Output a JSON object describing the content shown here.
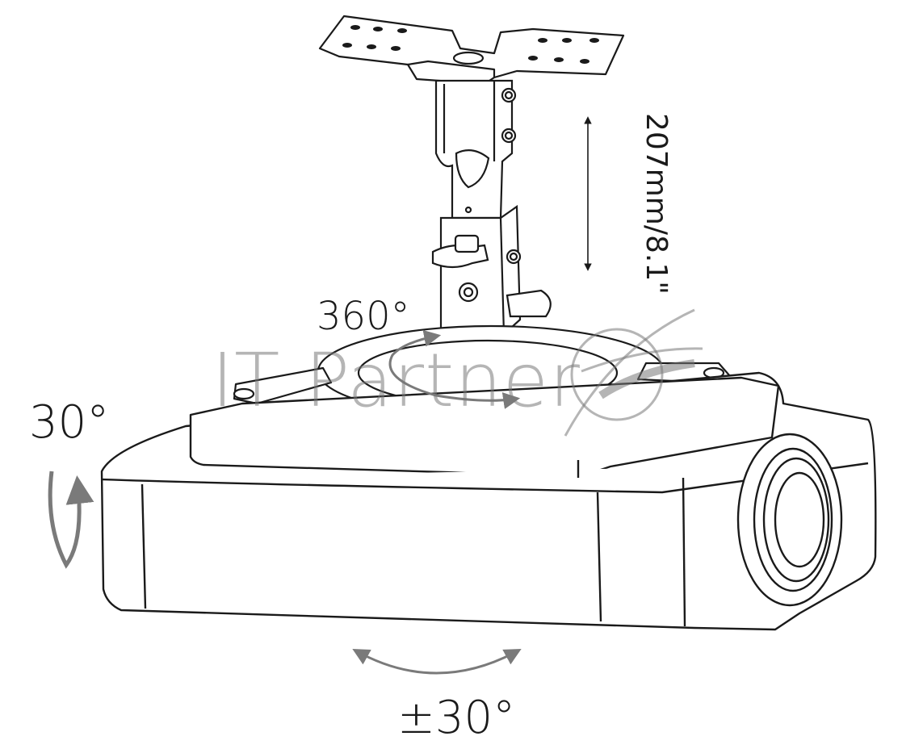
{
  "labels": {
    "rotation": "360°",
    "tilt": "30°",
    "swivel": "±30°",
    "height": "207mm/8.1\""
  },
  "watermark": {
    "text": "IT Partner"
  },
  "colors": {
    "line": "#1a1a1a",
    "arrow": "#7a7a7a",
    "watermark": "#8a8a8a"
  }
}
